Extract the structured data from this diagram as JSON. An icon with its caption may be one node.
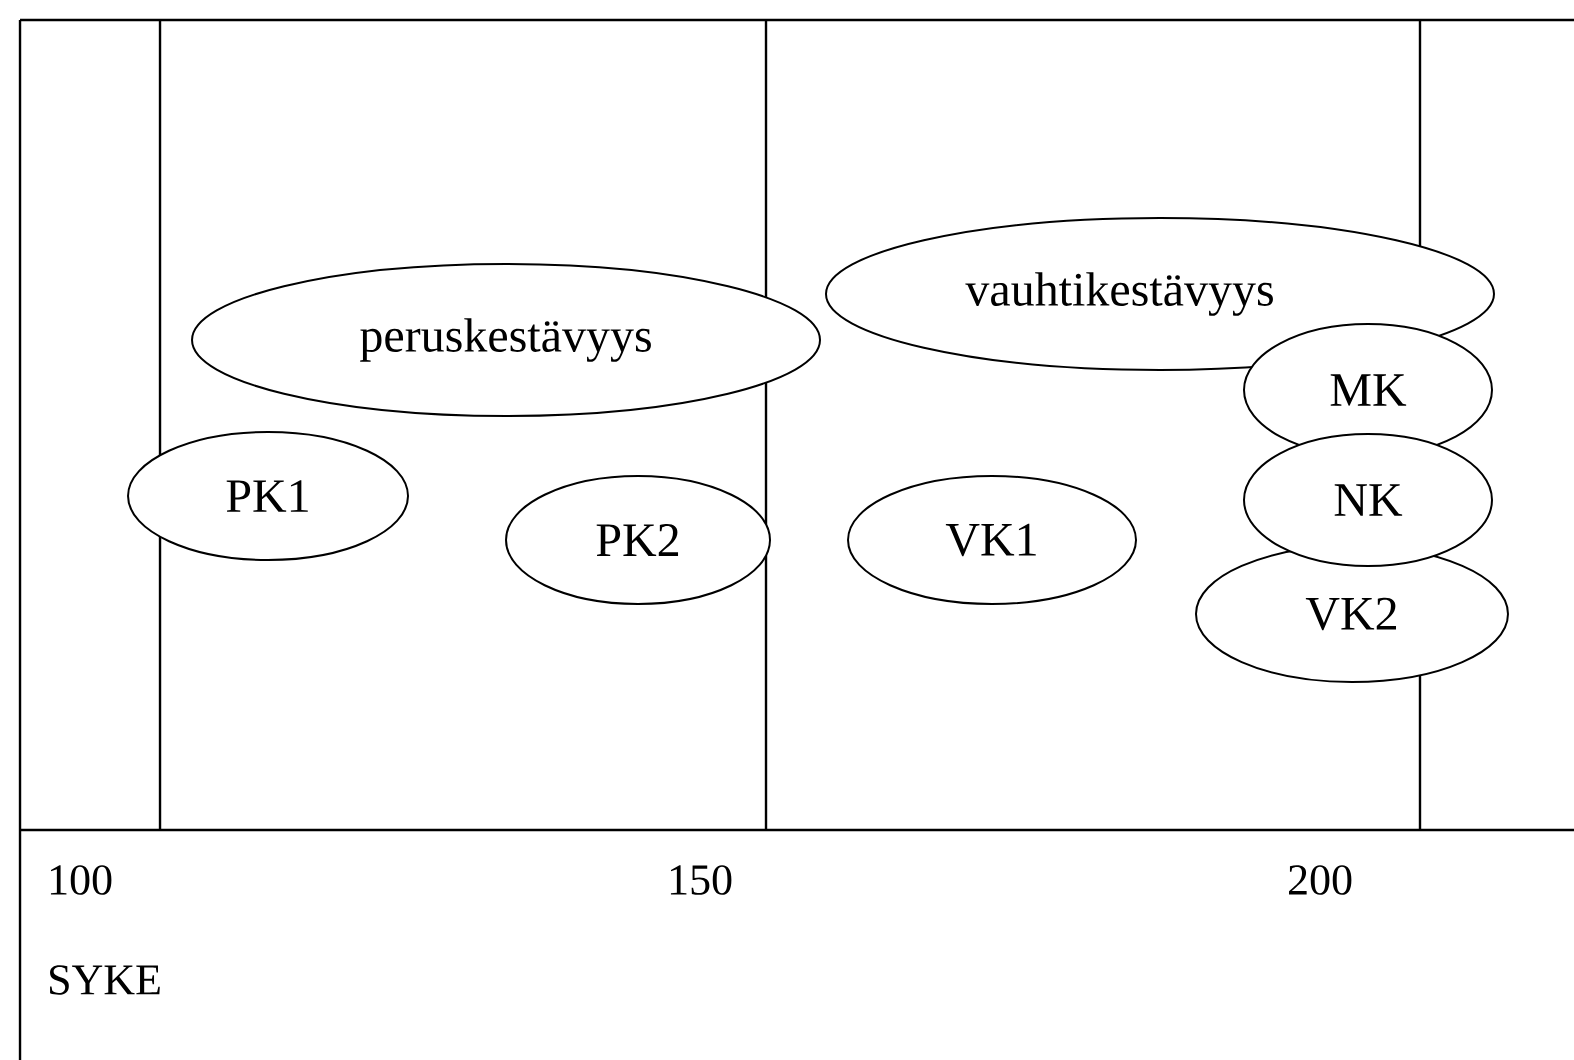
{
  "diagram": {
    "nodes": [
      {
        "text": [
          "peruskestävyys"
        ]
      },
      {
        "text": [
          "vauhtikestävyys"
        ]
      },
      {
        "text": [
          "PK1"
        ]
      },
      {
        "text": [
          "PK2"
        ]
      },
      {
        "text": [
          "VK1"
        ]
      },
      {
        "text": [
          "MK"
        ]
      },
      {
        "text": [
          "VK2"
        ]
      },
      {
        "text": [
          "NK"
        ]
      }
    ],
    "labels": [
      "100",
      "150",
      "200",
      "SYKE"
    ]
  }
}
